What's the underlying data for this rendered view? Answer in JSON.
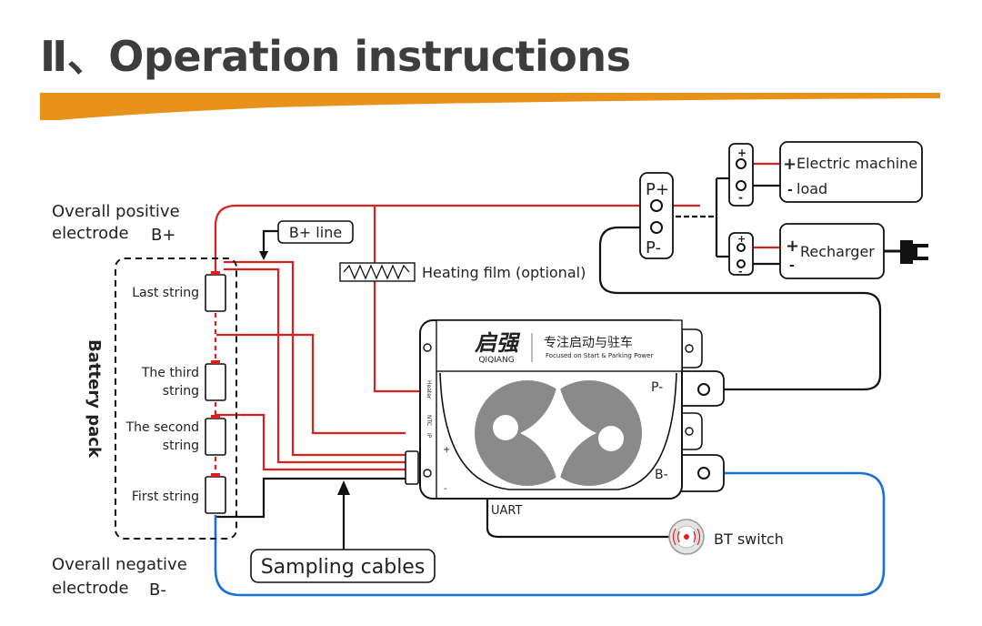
{
  "title": "Ⅱ、Operation instructions",
  "colors": {
    "accent_bar": "#e8921c",
    "positive_wire": "#dd1f1f",
    "negative_wire": "#1a6fd8",
    "black_wire": "#111111",
    "logo_gray": "#8a8a8a"
  },
  "labels": {
    "overall_positive_line1": "Overall positive",
    "overall_positive_line2": "electrode",
    "b_plus": "B+",
    "overall_negative_line1": "Overall negative",
    "overall_negative_line2": "electrode",
    "b_minus": "B-",
    "b_plus_line": "B+ line",
    "heating_film": "Heating film (optional)",
    "battery_pack": "Battery pack",
    "last_string": "Last string",
    "third_string_line1": "The third",
    "third_string_line2": "string",
    "second_string_line1": "The second",
    "second_string_line2": "string",
    "first_string": "First string",
    "sampling_cables": "Sampling cables",
    "uart": "UART",
    "bt_switch": "BT switch",
    "electric_machine": "Electric machine",
    "load": "load",
    "recharger": "Recharger",
    "p_plus": "P+",
    "p_minus": "P-",
    "board_p_minus": "P-",
    "board_b_minus": "B-",
    "plus_sign": "+",
    "minus_sign": "-"
  },
  "board": {
    "brand_cn": "启强",
    "brand_en": "QIQIANG",
    "slogan_cn": "专注启动与驻车",
    "slogan_en": "Focused on Start & Parking Power",
    "port_heater": "Heater",
    "port_ntc": "NTC",
    "port_ip": "IP"
  },
  "icons": {
    "bt_switch": "bluetooth-button-icon",
    "heating_film": "resistor-zigzag-icon",
    "plug": "power-plug-icon",
    "logo": "qiqiang-logo-icon"
  }
}
